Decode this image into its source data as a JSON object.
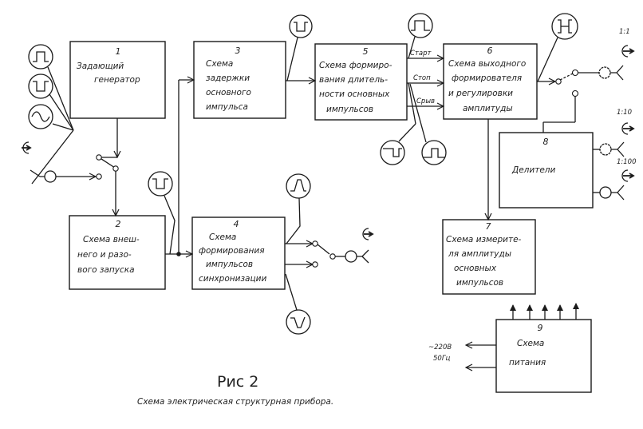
{
  "blocks": {
    "b1": {
      "number": "1",
      "lines": [
        "Задающий",
        "генератор"
      ]
    },
    "b2": {
      "number": "2",
      "lines": [
        "Схема внеш-",
        "него   и разо-",
        "вого  запуска"
      ]
    },
    "b3": {
      "number": "3",
      "lines": [
        "Схема",
        "задержки",
        "основного",
        "импульса"
      ]
    },
    "b4": {
      "number": "4",
      "lines": [
        "Схема",
        "формирования",
        "импульсов",
        "синхронизации"
      ]
    },
    "b5": {
      "number": "5",
      "lines": [
        "Схема формиро-",
        "вания длитель-",
        "ности основных",
        "импульсов"
      ]
    },
    "b6": {
      "number": "6",
      "lines": [
        "Схема выходного",
        "формирователя",
        "и регулировки",
        "амплитуды"
      ]
    },
    "b7": {
      "number": "7",
      "lines": [
        "Схема измерите-",
        "ля амплитуды",
        "основных",
        "импульсов"
      ]
    },
    "b8": {
      "number": "8",
      "lines": [
        "Делители"
      ]
    },
    "b9": {
      "number": "9",
      "lines": [
        "Схема",
        "питания"
      ]
    }
  },
  "signal_labels": {
    "start": "Старт",
    "stop": "Стоп",
    "break": "Срыв"
  },
  "attenuator_labels": [
    "1:1",
    "1:10",
    "1:100"
  ],
  "power_input": {
    "voltage": "~220В",
    "frequency": "50Гц"
  },
  "caption": {
    "figure": "Рис 2",
    "title": "Схема  электрическая  структурная  прибора."
  }
}
